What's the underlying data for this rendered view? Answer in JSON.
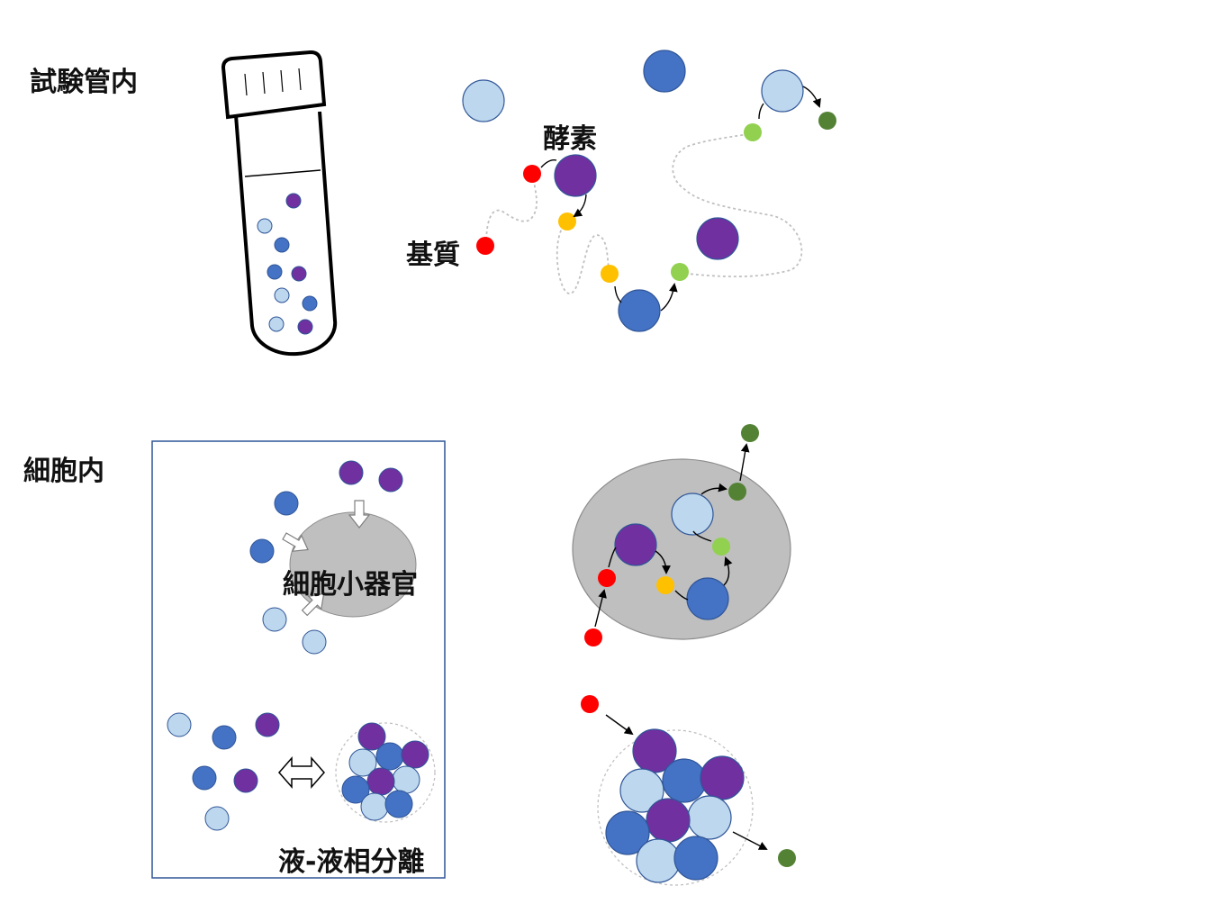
{
  "labels": {
    "test_tube_section": "試験管内",
    "cell_section": "細胞内",
    "enzyme": "酵素",
    "substrate": "基質",
    "organelle": "細胞小器官",
    "llps": "液-液相分離"
  },
  "colors": {
    "enzyme_light_blue": "#BDD7EE",
    "enzyme_blue": "#4472C4",
    "enzyme_purple": "#7030A0",
    "substrate_red": "#FF0000",
    "intermediate_yellow": "#FFC000",
    "intermediate_light_green": "#92D050",
    "product_dark_green": "#548235",
    "circle_outline": "#2F5597",
    "organelle_fill": "#BFBFBF",
    "dashed_path": "#BFBFBF",
    "cell_frame": "#2F5597"
  },
  "icons": {
    "tube": "test-tube-icon",
    "double_arrow": "double-arrow-icon",
    "import_arrow": "hollow-arrow-icon"
  }
}
